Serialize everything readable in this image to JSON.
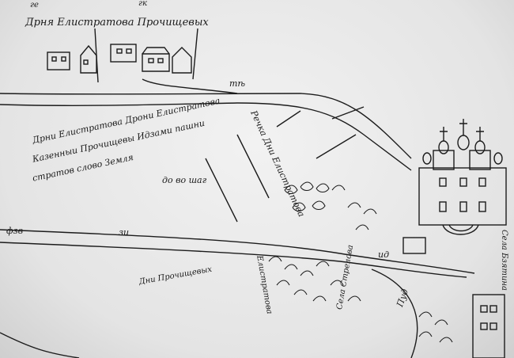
{
  "map": {
    "title_marks": [
      "ге",
      "гк"
    ],
    "village_label": "Дрня Елистратова Прочищевых",
    "road_numbers": [
      "тѣ",
      "зи",
      "ид",
      "фзв"
    ],
    "field_labels": [
      "до во шаг",
      "Дрни Елистратова Дрони Елистратова",
      "Казенныи Прочищевы Идзами пашни",
      "стратов слово Земля",
      "Речка Дни Елистратова",
      "Елистратова",
      "Села Бзятина",
      "Пуд",
      "Дни Прочищевых",
      "Села Стрелова"
    ],
    "colors": {
      "ink": "#1c1c1c",
      "paper": "#ececec"
    }
  }
}
